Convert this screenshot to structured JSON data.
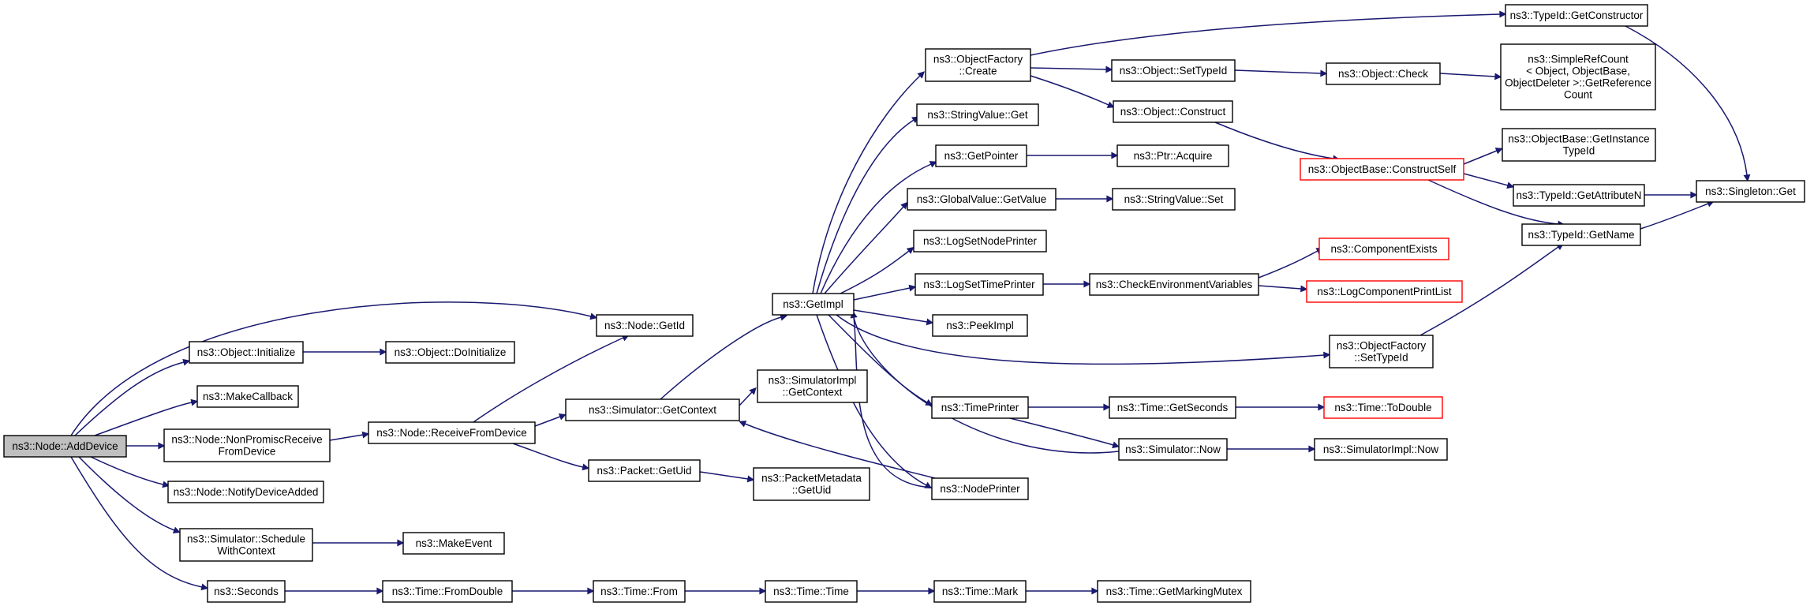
{
  "colors": {
    "edge": "#191970",
    "node_border": "#000000",
    "highlight_border": "#ff0000",
    "root_fill": "#bfbfbf",
    "background": "#ffffff"
  },
  "nodes": {
    "adddevice": [
      "ns3::Node::AddDevice"
    ],
    "getid": [
      "ns3::Node::GetId"
    ],
    "objinit": [
      "ns3::Object::Initialize"
    ],
    "doinit": [
      "ns3::Object::DoInitialize"
    ],
    "makecallback": [
      "ns3::MakeCallback"
    ],
    "nonpromisc": [
      "ns3::Node::NonPromiscReceive",
      "FromDevice"
    ],
    "receivefrom": [
      "ns3::Node::ReceiveFromDevice"
    ],
    "notifydevice": [
      "ns3::Node::NotifyDeviceAdded"
    ],
    "schedctx": [
      "ns3::Simulator::Schedule",
      "WithContext"
    ],
    "makeevent": [
      "ns3::MakeEvent"
    ],
    "seconds": [
      "ns3::Seconds"
    ],
    "fromdouble": [
      "ns3::Time::FromDouble"
    ],
    "timefrom": [
      "ns3::Time::From"
    ],
    "timetime": [
      "ns3::Time::Time"
    ],
    "timemark": [
      "ns3::Time::Mark"
    ],
    "markmutex": [
      "ns3::Time::GetMarkingMutex"
    ],
    "simgetctx": [
      "ns3::Simulator::GetContext"
    ],
    "simimplctx": [
      "ns3::SimulatorImpl",
      "::GetContext"
    ],
    "getuid": [
      "ns3::Packet::GetUid"
    ],
    "pmgetuid": [
      "ns3::PacketMetadata",
      "::GetUid"
    ],
    "getimpl": [
      "ns3::GetImpl"
    ],
    "ofcreate": [
      "ns3::ObjectFactory",
      "::Create"
    ],
    "strvalget": [
      "ns3::StringValue::Get"
    ],
    "getpointer": [
      "ns3::GetPointer"
    ],
    "gvgetvalue": [
      "ns3::GlobalValue::GetValue"
    ],
    "lognodeprinter": [
      "ns3::LogSetNodePrinter"
    ],
    "logtimeprinter": [
      "ns3::LogSetTimePrinter"
    ],
    "peekimpl": [
      "ns3::PeekImpl"
    ],
    "timeprinter": [
      "ns3::TimePrinter"
    ],
    "nodeprinter": [
      "ns3::NodePrinter"
    ],
    "settypeid": [
      "ns3::Object::SetTypeId"
    ],
    "objconstruct": [
      "ns3::Object::Construct"
    ],
    "ptracquire": [
      "ns3::Ptr::Acquire"
    ],
    "strvalset": [
      "ns3::StringValue::Set"
    ],
    "checkenv": [
      "ns3::CheckEnvironmentVariables"
    ],
    "ofsettypeid": [
      "ns3::ObjectFactory",
      "::SetTypeId"
    ],
    "getseconds": [
      "ns3::Time::GetSeconds"
    ],
    "simnow": [
      "ns3::Simulator::Now"
    ],
    "gettypeidctor": [
      "ns3::TypeId::GetConstructor"
    ],
    "objcheck": [
      "ns3::Object::Check"
    ],
    "constructself": [
      "ns3::ObjectBase::ConstructSelf"
    ],
    "compexists": [
      "ns3::ComponentExists"
    ],
    "logcompprint": [
      "ns3::LogComponentPrintList"
    ],
    "todouble": [
      "ns3::Time::ToDouble"
    ],
    "simimplnow": [
      "ns3::SimulatorImpl::Now"
    ],
    "simplerefcount": [
      "ns3::SimpleRefCount",
      "< Object, ObjectBase,",
      "ObjectDeleter >::GetReference",
      "Count"
    ],
    "getinstancetypeid": [
      "ns3::ObjectBase::GetInstance",
      "TypeId"
    ],
    "getattributen": [
      "ns3::TypeId::GetAttributeN"
    ],
    "typeidgetname": [
      "ns3::TypeId::GetName"
    ],
    "singletonget": [
      "ns3::Singleton::Get"
    ]
  }
}
